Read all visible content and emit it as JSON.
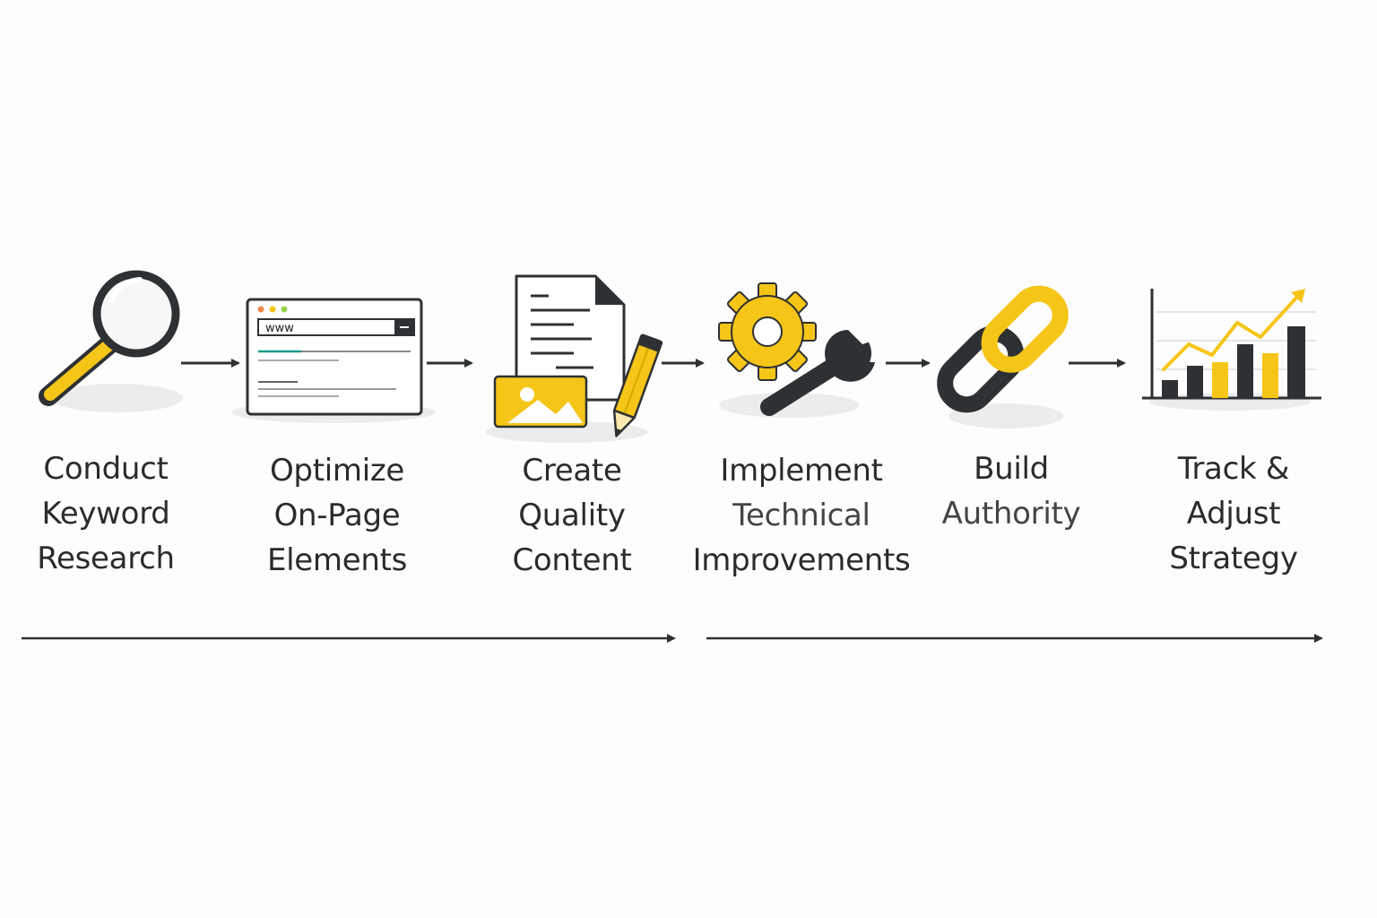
{
  "steps": [
    {
      "lines": [
        "Conduct",
        "Keyword",
        "Research"
      ],
      "icon": "magnifying-glass-icon"
    },
    {
      "lines": [
        "Optimize",
        "On-Page",
        "Elements"
      ],
      "icon": "webpage-icon"
    },
    {
      "lines": [
        "Create",
        "Quality",
        "Content"
      ],
      "icon": "document-pencil-icon"
    },
    {
      "lines": [
        "Implement",
        "Technical",
        "Improvements"
      ],
      "icon": "gear-wrench-icon"
    },
    {
      "lines": [
        "Build",
        "Authority"
      ],
      "icon": "chain-link-icon"
    },
    {
      "lines": [
        "Track &",
        "Adjust",
        "Strategy"
      ],
      "icon": "growth-chart-icon"
    }
  ],
  "browser": {
    "address": "www"
  },
  "colors": {
    "accent": "#f5c518",
    "dark": "#2e3133",
    "teal": "#1a9a8a"
  }
}
